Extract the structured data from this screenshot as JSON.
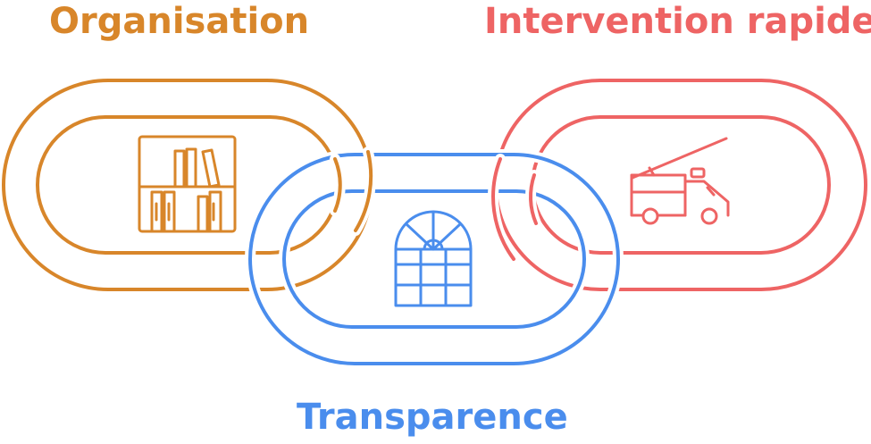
{
  "labels": {
    "organisation": "Organisation",
    "intervention": "Intervention rapide",
    "transparence": "Transparence"
  },
  "colors": {
    "organisation": "#d8862a",
    "intervention": "#ee6464",
    "transparence": "#4a8ded"
  },
  "icons": {
    "organisation": "bookshelf-icon",
    "intervention": "fire-truck-icon",
    "transparence": "arched-window-icon"
  }
}
